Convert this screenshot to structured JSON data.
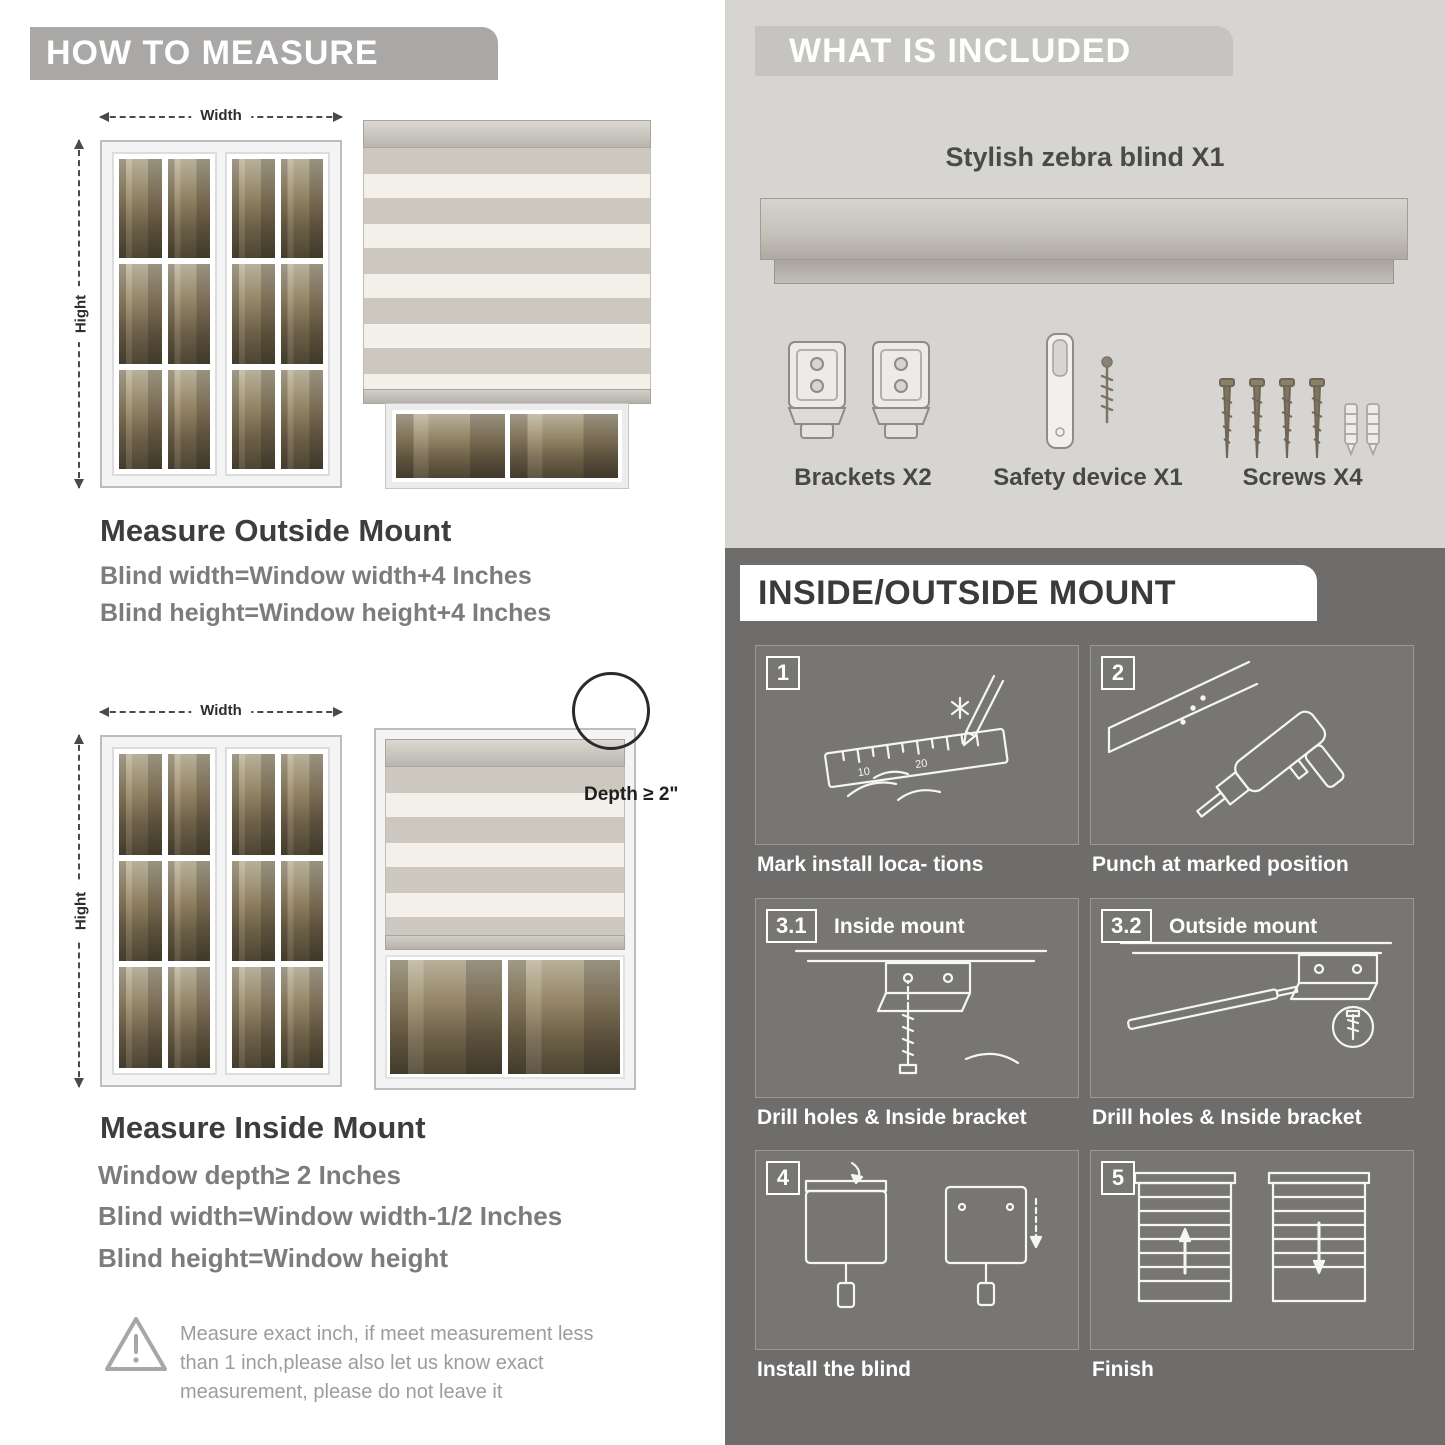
{
  "colors": {
    "banner_gray": "#a9a8a6",
    "included_bg": "#d7d5d2",
    "included_banner": "#c6c4c1",
    "dark_bg": "#6e6d6b",
    "step_card_bg": "#777673",
    "text_dark": "#3d3d3d",
    "text_gray": "#7d7c7a",
    "stripe_gray": "#ccc8c0",
    "stripe_sheer": "#f3f0e9"
  },
  "how_to_measure": {
    "header": "HOW TO MEASURE",
    "width_label": "Width",
    "height_label": "Hight",
    "outside": {
      "title": "Measure Outside Mount",
      "lines": [
        "Blind width=Window width+4 Inches",
        "Blind height=Window height+4 Inches"
      ]
    },
    "inside": {
      "depth_callout": "Depth ≥ 2\"",
      "title": "Measure Inside Mount",
      "lines": [
        "Window depth≥ 2 Inches",
        "Blind width=Window width-1/2 Inches",
        "Blind height=Window height"
      ]
    },
    "warning_text": "Measure exact inch, if meet measurement less than 1 inch,please also let us know exact measurement, please do not leave it"
  },
  "included": {
    "header": "WHAT IS INCLUDED",
    "product_label": "Stylish zebra blind X1",
    "items": [
      {
        "label": "Brackets X2"
      },
      {
        "label": "Safety device X1"
      },
      {
        "label": "Screws X4"
      }
    ]
  },
  "mount_steps": {
    "header": "INSIDE/OUTSIDE MOUNT",
    "steps": [
      {
        "num": "1",
        "caption": "Mark install loca- tions"
      },
      {
        "num": "2",
        "caption": "Punch at  marked position"
      },
      {
        "num": "3.1",
        "label": "Inside mount",
        "caption": "Drill holes &  Inside bracket"
      },
      {
        "num": "3.2",
        "label": "Outside mount",
        "caption": "Drill holes &  Inside bracket"
      },
      {
        "num": "4",
        "caption": "Install the blind"
      },
      {
        "num": "5",
        "caption": "Finish"
      }
    ]
  }
}
